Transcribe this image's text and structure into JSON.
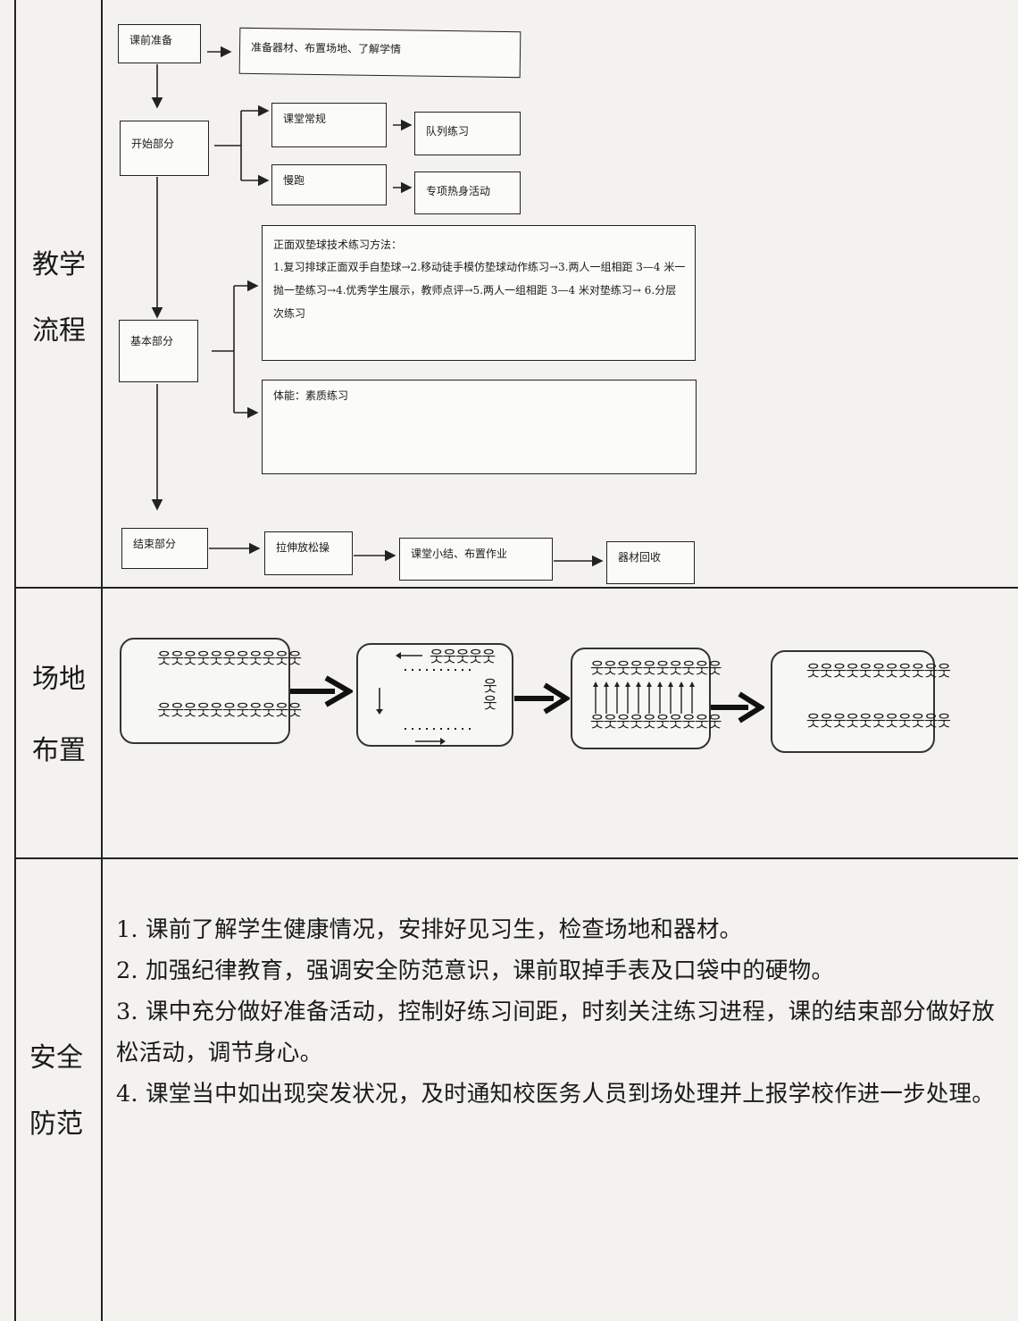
{
  "sections": {
    "teaching_flow": "教学流程",
    "teaching_flow_lines": [
      "教学",
      "流程"
    ],
    "venue_layout_lines": [
      "场地",
      "布置"
    ],
    "safety_lines": [
      "安全",
      "防范"
    ]
  },
  "flow": {
    "pre_class": {
      "label": "课前准备",
      "detail": "准备器材、布置场地、了解学情"
    },
    "opening": {
      "label": "开始部分",
      "routine": "课堂常规",
      "formation": "队列练习",
      "jog": "慢跑",
      "warmup": "专项热身活动"
    },
    "main": {
      "label": "基本部分",
      "method_title": "正面双垫球技术练习方法：",
      "method_text": "1.复习排球正面双手自垫球→2.移动徒手模仿垫球动作练习→3.两人一组相距 3—4 米一抛一垫练习→4.优秀学生展示，教师点评→5.两人一组相距 3—4 米对垫练习→ 6.分层次练习",
      "fitness": "体能：素质练习"
    },
    "closing": {
      "label": "结束部分",
      "stretch": "拉伸放松操",
      "summary": "课堂小结、布置作业",
      "equipment": "器材回收"
    }
  },
  "field_icons": {
    "figure_glyph": "웃",
    "arrow_glyph": "→"
  },
  "safety": {
    "items": [
      "1. 课前了解学生健康情况，安排好见习生，检查场地和器材。",
      "2. 加强纪律教育，强调安全防范意识，课前取掉手表及口袋中的硬物。",
      "3. 课中充分做好准备活动，控制好练习间距，时刻关注练习进程，课的结束部分做好放松活动，调节身心。",
      "4. 课堂当中如出现突发状况，及时通知校医务人员到场处理并上报学校作进一步处理。"
    ]
  }
}
